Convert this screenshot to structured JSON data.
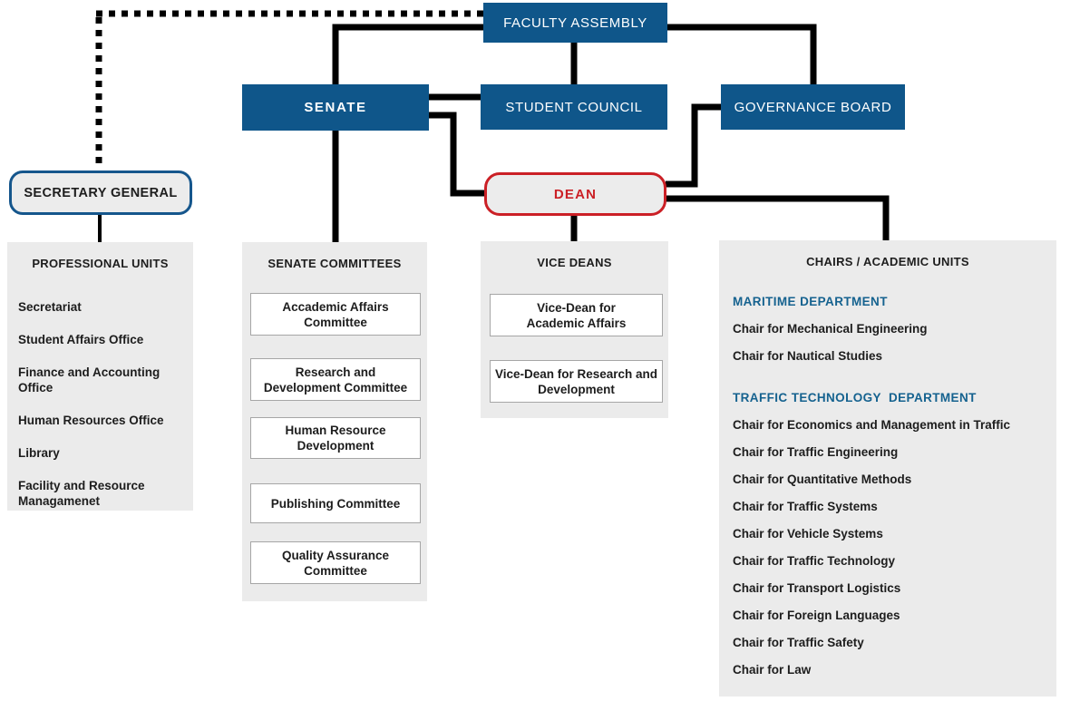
{
  "colors": {
    "box_blue": "#0F568A",
    "department_blue": "#15628F",
    "dean_red": "#CB2026",
    "secretary_border_blue": "#15568C",
    "panel_gray": "#EBEBEB",
    "connector_black": "#000000"
  },
  "nodes": {
    "faculty_assembly": "FACULTY ASSEMBLY",
    "senate": "SENATE",
    "student_council": "STUDENT COUNCIL",
    "governance_board": "GOVERNANCE BOARD",
    "secretary_general": "SECRETARY GENERAL",
    "dean": "DEAN"
  },
  "panels": {
    "professional_units": {
      "header": "PROFESSIONAL UNITS",
      "items": [
        "Secretariat",
        "Student Affairs Office",
        "Finance and Accounting Office",
        "Human Resources Office",
        "Library",
        "Facility and Resource Managamenet"
      ]
    },
    "senate_committees": {
      "header": "SENATE COMMITTEES",
      "items": [
        "Accademic Affairs Committee",
        "Research and Development Committee",
        "Human Resource Development",
        "Publishing Committee",
        "Quality Assurance Committee"
      ]
    },
    "vice_deans": {
      "header": "VICE DEANS",
      "items": [
        "Vice-Dean for Academic Affairs",
        "Vice-Dean for Research and Development"
      ]
    },
    "chairs_academic_units": {
      "header": "CHAIRS / ACADEMIC UNITS",
      "departments": [
        {
          "name": "MARITIME DEPARTMENT",
          "chairs": [
            "Chair for Mechanical Engineering",
            "Chair for Nautical Studies"
          ]
        },
        {
          "name": "TRAFFIC TECHNOLOGY  DEPARTMENT",
          "chairs": [
            "Chair for Economics and Management in Traffic",
            "Chair for Traffic Engineering",
            "Chair for Quantitative Methods",
            "Chair for Traffic Systems",
            "Chair for Vehicle Systems",
            "Chair for Traffic Technology",
            "Chair for Transport Logistics",
            "Chair for Foreign Languages",
            "Chair for Traffic Safety",
            "Chair for Law"
          ]
        }
      ]
    }
  }
}
